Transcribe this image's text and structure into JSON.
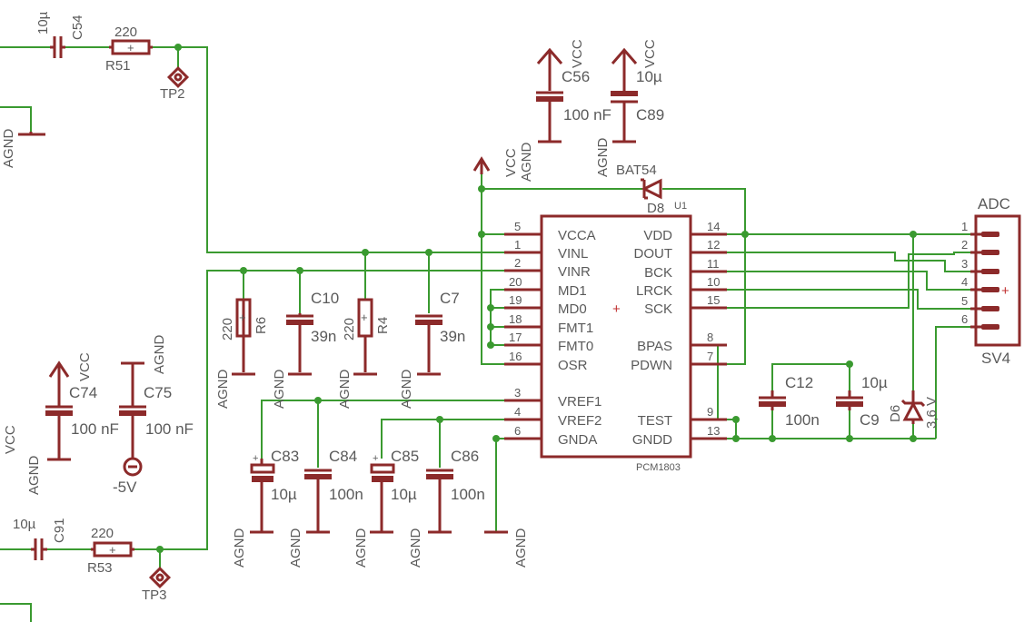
{
  "colors": {
    "wire": "#3a9a30",
    "part": "#8c2a2a",
    "text": "#5a5a5a"
  },
  "ic": {
    "name": "U1",
    "part": "PCM1803",
    "left_pins": [
      {
        "num": "5",
        "name": "VCCA"
      },
      {
        "num": "1",
        "name": "VINL"
      },
      {
        "num": "2",
        "name": "VINR"
      },
      {
        "num": "20",
        "name": "MD1"
      },
      {
        "num": "19",
        "name": "MD0"
      },
      {
        "num": "18",
        "name": "FMT1"
      },
      {
        "num": "17",
        "name": "FMT0"
      },
      {
        "num": "16",
        "name": "OSR"
      },
      {
        "num": "3",
        "name": "VREF1"
      },
      {
        "num": "4",
        "name": "VREF2"
      },
      {
        "num": "6",
        "name": "GNDA"
      }
    ],
    "right_pins": [
      {
        "num": "14",
        "name": "VDD"
      },
      {
        "num": "12",
        "name": "DOUT"
      },
      {
        "num": "11",
        "name": "BCK"
      },
      {
        "num": "10",
        "name": "LRCK"
      },
      {
        "num": "15",
        "name": "SCK"
      },
      {
        "num": "8",
        "name": "BPAS"
      },
      {
        "num": "7",
        "name": "PDWN"
      },
      {
        "num": "9",
        "name": "TEST"
      },
      {
        "num": "13",
        "name": "GNDD"
      }
    ]
  },
  "connector": {
    "title": "ADC",
    "name": "SV4",
    "pins": [
      "1",
      "2",
      "3",
      "4",
      "5",
      "6"
    ]
  },
  "labels": {
    "c54": "C54",
    "c54_val": "10µ",
    "r51": "R51",
    "r51_val": "220",
    "tp2": "TP2",
    "tp3": "TP3",
    "c56": "C56",
    "c56_val": "100 nF",
    "c89": "C89",
    "c89_val": "10µ",
    "vcc": "VCC",
    "agnd": "AGND",
    "d8": "D8",
    "d8_val": "BAT54",
    "r6": "R6",
    "r6_val": "220",
    "c10": "C10",
    "c10_val": "39n",
    "r4": "R4",
    "r4_val": "220",
    "c7": "C7",
    "c7_val": "39n",
    "c74": "C74",
    "c74_val": "100 nF",
    "c75": "C75",
    "c75_val": "100 nF",
    "neg5": "-5V",
    "c83": "C83",
    "c83_val": "10µ",
    "c84": "C84",
    "c84_val": "100n",
    "c85": "C85",
    "c85_val": "10µ",
    "c86": "C86",
    "c86_val": "100n",
    "c12": "C12",
    "c12_val": "100n",
    "c9": "C9",
    "c9_val": "10µ",
    "d6": "D6",
    "d6_val": "3,6 V",
    "c91": "C91",
    "c91_val": "10µ",
    "r53": "R53",
    "r53_val": "220"
  }
}
